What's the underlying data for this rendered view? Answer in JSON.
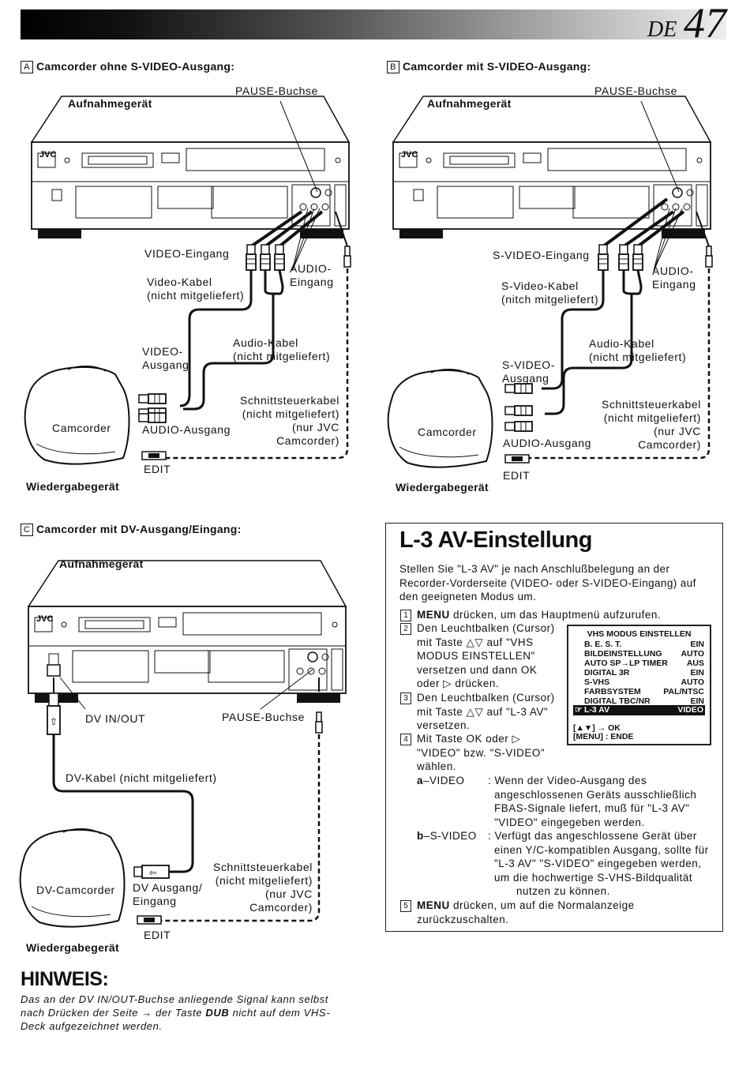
{
  "page": {
    "lang": "DE",
    "number": "47"
  },
  "sectionA": {
    "letter": "A",
    "title": "Camcorder ohne S-VIDEO-Ausgang:",
    "recorder": "Aufnahmegerät",
    "pause_jack": "PAUSE-Buchse",
    "video_in": "VIDEO-Eingang",
    "video_cable": [
      "Video-Kabel",
      "(nicht mitgeliefert)"
    ],
    "audio_in": [
      "AUDIO-",
      "Eingang"
    ],
    "video_out": [
      "VIDEO-",
      "Ausgang"
    ],
    "audio_cable": [
      "Audio-Kabel",
      "(nicht mitgeliefert)"
    ],
    "camcorder": "Camcorder",
    "audio_out": "AUDIO-Ausgang",
    "edit_cable": [
      "Schnittsteuerkabel",
      "(nicht mitgeliefert)",
      "(nur JVC",
      "Camcorder)"
    ],
    "edit": "EDIT",
    "player": "Wiedergabegerät"
  },
  "sectionB": {
    "letter": "B",
    "title": "Camcorder mit S-VIDEO-Ausgang:",
    "recorder": "Aufnahmegerät",
    "pause_jack": "PAUSE-Buchse",
    "svideo_in": "S-VIDEO-Eingang",
    "svideo_cable": [
      "S-Video-Kabel",
      "(nitch mitgeliefert)"
    ],
    "audio_in": [
      "AUDIO-",
      "Eingang"
    ],
    "svideo_out": [
      "S-VIDEO-",
      "Ausgang"
    ],
    "audio_cable": [
      "Audio-Kabel",
      "(nicht mitgeliefert)"
    ],
    "camcorder": "Camcorder",
    "audio_out": "AUDIO-Ausgang",
    "edit_cable": [
      "Schnittsteuerkabel",
      "(nicht mitgeliefert)",
      "(nur JVC",
      "Camcorder)"
    ],
    "edit": "EDIT",
    "player": "Wiedergabegerät"
  },
  "sectionC": {
    "letter": "C",
    "title": "Camcorder mit DV-Ausgang/Eingang:",
    "recorder": "Aufnahmegerät",
    "dv_inout": "DV IN/OUT",
    "pause_jack": "PAUSE-Buchse",
    "dv_cable": "DV-Kabel (nicht mitgeliefert)",
    "camcorder": "DV-Camcorder",
    "dv_out": [
      "DV Ausgang/",
      "Eingang"
    ],
    "edit_cable": [
      "Schnittsteuerkabel",
      "(nicht mitgeliefert)",
      "(nur JVC",
      "Camcorder)"
    ],
    "edit": "EDIT",
    "player": "Wiedergabegerät"
  },
  "vcr": {
    "brand": "JVC"
  },
  "l3": {
    "title": "L-3 AV-Einstellung",
    "intro": "Stellen Sie \"L-3 AV\" je nach Anschlußbelegung an der Recorder-Vorderseite (VIDEO- oder S-VIDEO-Eingang) auf den geeigneten Modus um.",
    "step1_key": "MENU",
    "step1": " drücken, um das Hauptmenü aufzurufen.",
    "step2": [
      "Den Leuchtbalken (Cursor)",
      "mit Taste △▽ auf \"VHS",
      "MODUS EINSTELLEN\"",
      "versetzen und dann OK",
      "oder ▷ drücken."
    ],
    "step3": [
      "Den Leuchtbalken (Cursor)",
      "mit Taste △▽ auf \"L-3 AV\"",
      "versetzen."
    ],
    "step4": [
      "Mit Taste OK oder ▷",
      "\"VIDEO\" bzw. \"S-VIDEO\"",
      "wählen."
    ],
    "opt_a_key": "a",
    "opt_a_label": "–VIDEO",
    "opt_a_text": [
      ": Wenn der Video-Ausgang des",
      "angeschlossenen Geräts ausschließlich",
      "FBAS-Signale liefert, muß für \"L-3 AV\"",
      "\"VIDEO\" eingegeben werden."
    ],
    "opt_b_key": "b",
    "opt_b_label": "–S-VIDEO",
    "opt_b_text": [
      ": Verfügt das angeschlossene Gerät über",
      "einen Y/C-kompatiblen Ausgang, sollte für",
      "\"L-3 AV\" \"S-VIDEO\" eingegeben werden,",
      "um die hochwertige S-VHS-Bildqualität",
      "nutzen zu können."
    ],
    "step5_key": "MENU",
    "step5": [
      " drücken, um auf die Normalanzeige",
      "zurückzuschalten."
    ],
    "step_nums": [
      "1",
      "2",
      "3",
      "4",
      "5"
    ]
  },
  "menu": {
    "title": "VHS MODUS EINSTELLEN",
    "rows": [
      {
        "k": "B. E. S. T.",
        "v": "EIN"
      },
      {
        "k": "BILDEINSTELLUNG",
        "v": "AUTO"
      },
      {
        "k": "AUTO SP→LP TIMER",
        "v": "AUS"
      },
      {
        "k": "DIGITAL 3R",
        "v": "EIN"
      },
      {
        "k": "S-VHS",
        "v": "AUTO"
      },
      {
        "k": "FARBSYSTEM",
        "v": "PAL/NTSC"
      },
      {
        "k": "DIGITAL TBC/NR",
        "v": "EIN"
      }
    ],
    "selected": {
      "k": "L-3 AV",
      "v": "VIDEO"
    },
    "footer1": "[▲▼] → OK",
    "footer2": "[MENU] : ENDE"
  },
  "hinweis": {
    "title": "HINWEIS:",
    "text1": "Das an der DV IN/OUT-Buchse anliegende Signal kann selbst nach Drücken der Seite → der Taste ",
    "key": "DUB",
    "text2": " nicht auf dem VHS-Deck aufgezeichnet werden."
  }
}
